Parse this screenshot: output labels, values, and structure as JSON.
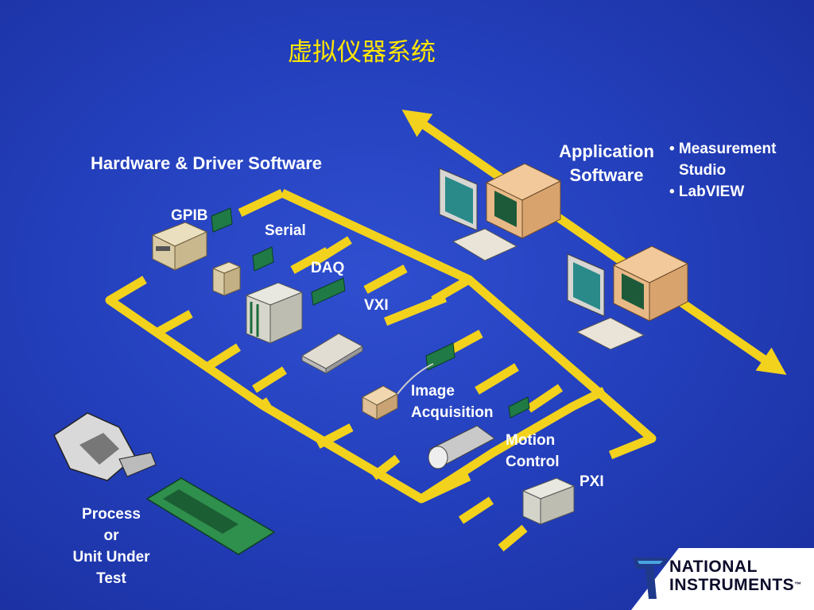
{
  "title": "虚拟仪器系统",
  "hardware_title": "Hardware & Driver Software",
  "application": {
    "title_line1": "Application",
    "title_line2": "Software",
    "bullets": [
      "• Measurement",
      "Studio",
      "• LabVIEW"
    ]
  },
  "buses": {
    "gpib": "GPIB",
    "serial": "Serial",
    "daq": "DAQ",
    "vxi": "VXI",
    "image": [
      "Image",
      "Acquisition"
    ],
    "motion": [
      "Motion",
      "Control"
    ],
    "pxi": "PXI"
  },
  "process": [
    "Process",
    "or",
    "Unit Under",
    "Test"
  ],
  "logo": {
    "line1": "NATIONAL",
    "line2": "INSTRUMENTS",
    "trademark": "™"
  },
  "colors": {
    "background": "#2440bd",
    "bus": "#f2d21c",
    "title": "#ffe600"
  }
}
